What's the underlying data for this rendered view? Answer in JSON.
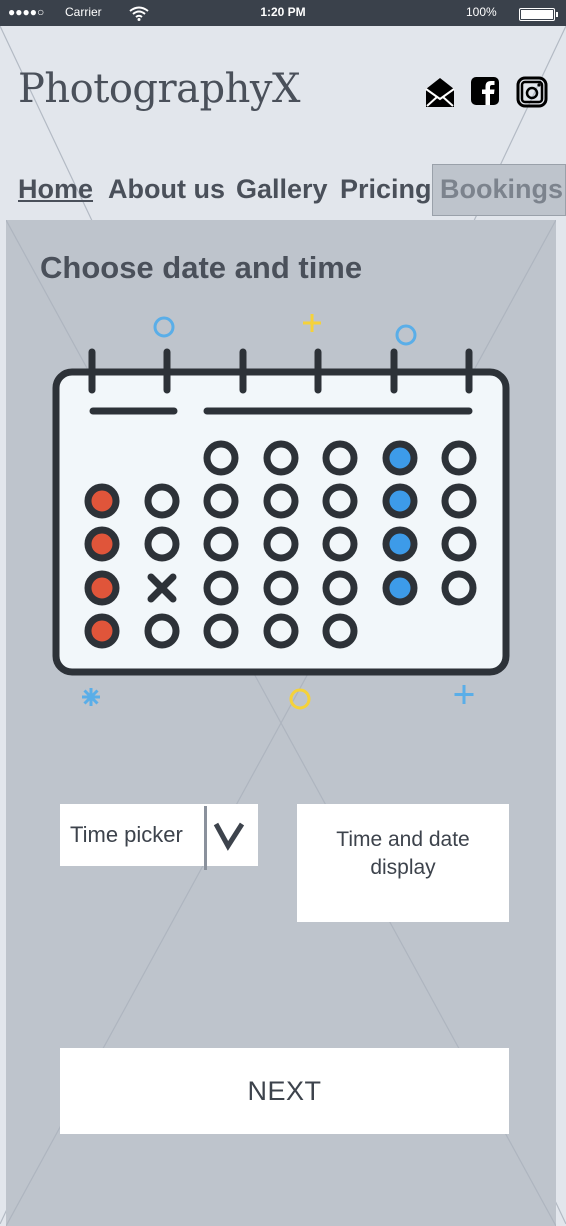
{
  "status_bar": {
    "signal": "●●●●○",
    "carrier": "Carrier",
    "time": "1:20 PM",
    "battery": "100%"
  },
  "header": {
    "logo": "PhotographyX",
    "social_icons": [
      "mail-icon",
      "facebook-icon",
      "instagram-icon"
    ]
  },
  "nav": {
    "items": [
      {
        "label": "Home"
      },
      {
        "label": "About us"
      },
      {
        "label": "Gallery"
      },
      {
        "label": "Pricing"
      },
      {
        "label": "Bookings"
      }
    ],
    "active": "Bookings"
  },
  "main": {
    "heading": "Choose date and time",
    "time_picker": {
      "label": "Time picker",
      "icon": "chevron-down-icon"
    },
    "display": {
      "label": "Time and date display"
    },
    "next_label": "NEXT"
  },
  "colors": {
    "frame": "#e2e6ec",
    "content": "#bec4cc",
    "text": "#4a505a",
    "red_dot": "#e0553a",
    "blue_dot": "#3d9be9",
    "deco_blue": "#5aaee8",
    "deco_yellow": "#f5d23a"
  }
}
